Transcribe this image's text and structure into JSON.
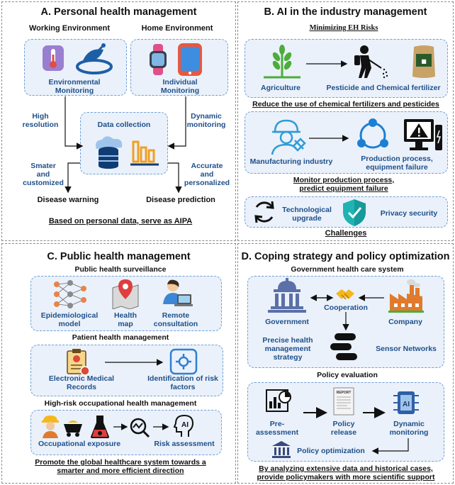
{
  "a": {
    "title": "A. Personal health management",
    "working_env": "Working Environment",
    "home_env": "Home Environment",
    "env_monitoring": "Environmental\nMonitoring",
    "ind_monitoring": "Individual\nMonitoring",
    "high_resolution": "High\nresolution",
    "dynamic_monitoring": "Dynamic\nmonitoring",
    "data_collection": "Data collection",
    "smarter": "Smater\nand\ncustomized",
    "accurate": "Accurate\nand\npersonalized",
    "disease_warning": "Disease warning",
    "disease_prediction": "Disease prediction",
    "footer": "Based on personal data, serve as AIPA"
  },
  "b": {
    "title": "B. AI in the industry management",
    "subtitle": "Minimizing EH Risks",
    "agriculture": "Agriculture",
    "pesticide": "Pesticide and Chemical fertilizer",
    "reduce": "Reduce the use of chemical fertilizers and pesticides",
    "manufacturing": "Manufacturing industry",
    "production": "Production process,\nequipment failure",
    "monitor": "Monitor production process,\npredict equipment failure",
    "tech_upgrade": "Technological\nupgrade",
    "privacy": "Privacy security",
    "challenges": "Challenges"
  },
  "c": {
    "title": "C. Public health management",
    "surveillance": "Public health surveillance",
    "epi_model": "Epidemiological\nmodel",
    "health_map": "Health\nmap",
    "remote": "Remote\nconsultation",
    "patient": "Patient health management",
    "emr": "Electronic Medical\nRecords",
    "risk_factors": "Identification of risk\nfactors",
    "high_risk": "High-risk occupational health management",
    "occ_exposure": "Occupational exposure",
    "risk_assessment": "Risk assessment",
    "footer": "Promote the global healthcare system towards a\nsmarter and more efficient direction"
  },
  "d": {
    "title": "D. Coping strategy and policy optimization",
    "gov_system": "Government health care system",
    "government": "Government",
    "cooperation": "Cooperation",
    "company": "Company",
    "precise": "Precise health\nmanagement\nstrategy",
    "sensor": "Sensor Networks",
    "policy_eval": "Policy evaluation",
    "pre_assessment": "Pre-\nassessment",
    "report": "REPORT",
    "policy_release": "Policy\nrelease",
    "dyn_monitoring": "Dynamic\nmonitoring",
    "ai_chip": "AI",
    "policy_opt": "Policy optimization",
    "footer": "By analyzing extensive data and historical cases,\nprovide policymakers with more scientific support"
  },
  "icons": {
    "ai_badge": "AI"
  }
}
